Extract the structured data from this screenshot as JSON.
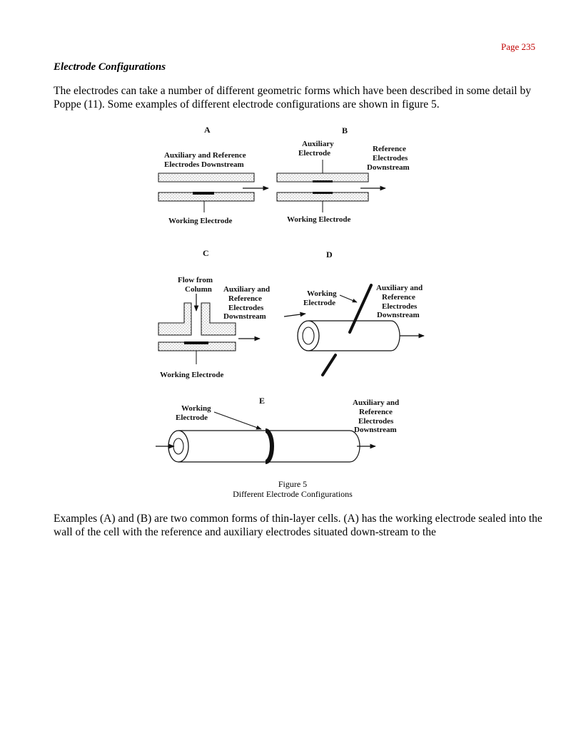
{
  "page": {
    "number": "Page 235"
  },
  "section_heading": "Electrode Configurations",
  "paragraphs": [
    "The electrodes can take a number of different geometric forms which have been described in some detail by Poppe (11). Some examples of different electrode configurations are shown in figure 5.",
    "Examples (A) and (B) are two common forms of thin-layer cells. (A) has the working electrode sealed into the wall of the cell with the reference and auxiliary electrodes situated down-stream to the"
  ],
  "figure": {
    "caption_number": "Figure 5",
    "caption_title": "Different Electrode Configurations",
    "panels": {
      "A": {
        "letter": "A",
        "top_label": [
          "Auxiliary and Reference",
          "Electrodes Downstream"
        ],
        "bottom_label": "Working Electrode"
      },
      "B": {
        "letter": "B",
        "top_label": [
          "Auxiliary",
          "Electrode"
        ],
        "side_label": [
          "Reference",
          "Electrodes",
          "Downstream"
        ],
        "bottom_label": "Working Electrode"
      },
      "C": {
        "letter": "C",
        "flow_label": [
          "Flow from",
          "Column"
        ],
        "side_label": [
          "Auxiliary and",
          "Reference",
          "Electrodes",
          "Downstream"
        ],
        "bottom_label": "Working Electrode"
      },
      "D": {
        "letter": "D",
        "working_label": [
          "Working",
          "Electrode"
        ],
        "side_label": [
          "Auxiliary and",
          "Reference",
          "Electrodes",
          "Downstream"
        ]
      },
      "E": {
        "letter": "E",
        "working_label": [
          "Working",
          "Electrode"
        ],
        "side_label": [
          "Auxiliary and",
          "Reference",
          "Electrodes",
          "Downstream"
        ]
      }
    }
  }
}
